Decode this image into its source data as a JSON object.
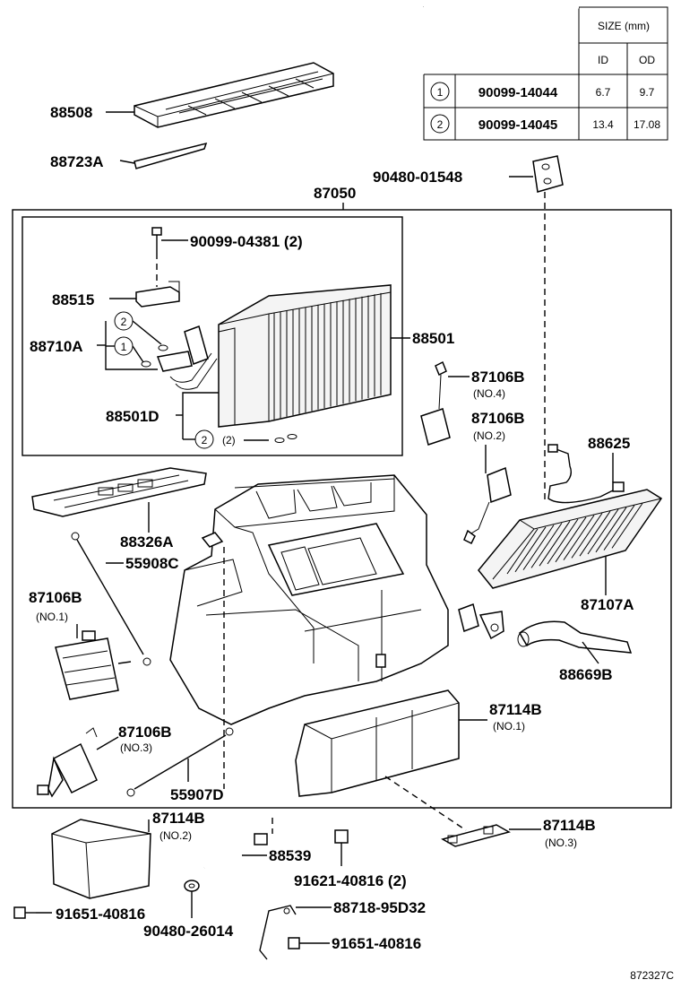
{
  "size_table": {
    "header": "SIZE (mm)",
    "col_id": "ID",
    "col_od": "OD",
    "rows": [
      {
        "mark": "1",
        "part": "90099-14044",
        "id": "6.7",
        "od": "9.7"
      },
      {
        "mark": "2",
        "part": "90099-14045",
        "id": "13.4",
        "od": "17.08"
      }
    ]
  },
  "labels": {
    "p88508": "88508",
    "p88723A": "88723A",
    "p90480_01548": "90480-01548",
    "p87050": "87050",
    "p90099_04381": "90099-04381 (2)",
    "p88515": "88515",
    "p88710A": "88710A",
    "p88501": "88501",
    "p88501D": "88501D",
    "ring_qty": "(2)",
    "circle1": "1",
    "circle2": "2",
    "p87106B_no4": "87106B",
    "no4": "(NO.4)",
    "p87106B_no2": "87106B",
    "no2": "(NO.2)",
    "p88625": "88625",
    "p88326A": "88326A",
    "p55908C": "55908C",
    "p87106B_no1": "87106B",
    "no1": "(NO.1)",
    "p87107A": "87107A",
    "p88669B": "88669B",
    "p87114B_no1": "87114B",
    "no1b": "(NO.1)",
    "p87106B_no3": "87106B",
    "no3": "(NO.3)",
    "p55907D": "55907D",
    "p87114B_no2": "87114B",
    "no2b": "(NO.2)",
    "p87114B_no3": "87114B",
    "no3b": "(NO.3)",
    "p88539": "88539",
    "p91621_40816": "91621-40816 (2)",
    "p91651_40816_a": "91651-40816",
    "p90480_26014": "90480-26014",
    "p88718_95D32": "88718-95D32",
    "p91651_40816_b": "91651-40816",
    "fig_code": "872327C"
  }
}
